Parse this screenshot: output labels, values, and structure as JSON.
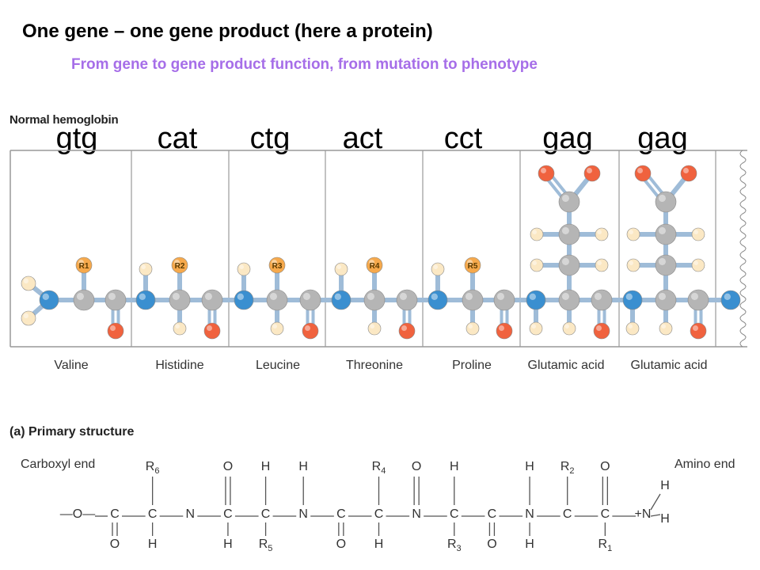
{
  "header": {
    "title": "One gene – one gene product  (here a protein)",
    "subtitle": "From gene to gene product function, from mutation to phenotype"
  },
  "panel_label": "Normal hemoglobin",
  "codons": [
    "gtg",
    "cat",
    "ctg",
    "act",
    "cct",
    "gag",
    "gag"
  ],
  "amino_acids": [
    "Valine",
    "Histidine",
    "Leucine",
    "Threonine",
    "Proline",
    "Glutamic acid",
    "Glutamic acid"
  ],
  "r_labels": [
    "R1",
    "R2",
    "R3",
    "R4",
    "R5"
  ],
  "primary_structure": {
    "letter": "(a)",
    "label": "Primary structure",
    "carboxyl_end": "Carboxyl end",
    "amino_end": "Amino end",
    "top_labels": [
      "R6",
      "O",
      "H",
      "H",
      "R4",
      "O",
      "H",
      "H",
      "R2",
      "O",
      "H",
      "H"
    ],
    "main_chain": [
      "—O—",
      "C",
      "C",
      "N",
      "C",
      "C",
      "N",
      "C",
      "C",
      "N",
      "C",
      "C",
      "N",
      "C",
      "C",
      "+N"
    ],
    "bottom_labels": [
      "O",
      "H",
      "H",
      "R5",
      "O",
      "H",
      "R3",
      "O",
      "H",
      "R1"
    ],
    "terminal_h": [
      "H",
      "H"
    ]
  },
  "colors": {
    "nitrogen": "#3a8fd0",
    "carbon": "#b5b5b5",
    "oxygen": "#f0623e",
    "hydrogen": "#fbe8c4",
    "r_group": "#f6a94c",
    "bond": "#9fbcd8",
    "subtitle": "#a66ee8"
  }
}
